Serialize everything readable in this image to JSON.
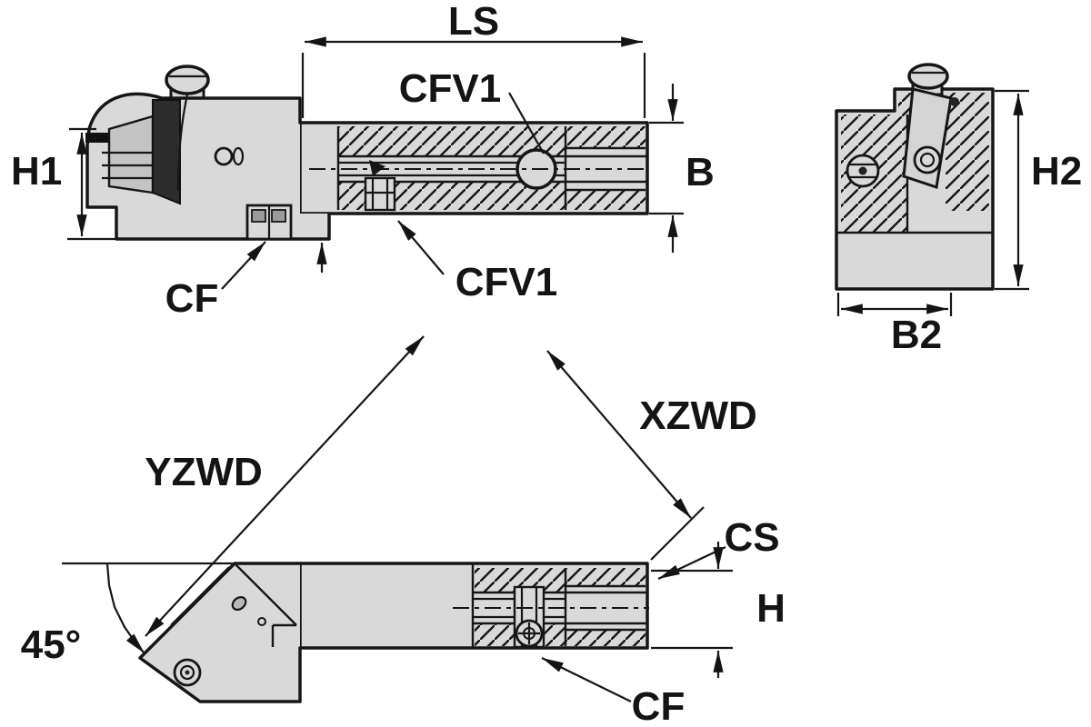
{
  "drawing": {
    "background": "#ffffff",
    "line_color": "#161616",
    "metal_fill": "#d9d9d9",
    "views": {
      "side": {
        "name": "side-view",
        "labels": {
          "ls": "LS",
          "cfv1_top": "CFV1",
          "cfv1_bottom": "CFV1",
          "h1": "H1",
          "b": "B",
          "cf": "CF"
        }
      },
      "end": {
        "name": "end-view",
        "labels": {
          "h2": "H2",
          "b2": "B2"
        }
      },
      "bottom": {
        "name": "bottom-view",
        "labels": {
          "yzwd": "YZWD",
          "xzwd": "XZWD",
          "cs": "CS",
          "h": "H",
          "angle": "45°",
          "cf": "CF"
        }
      }
    }
  }
}
